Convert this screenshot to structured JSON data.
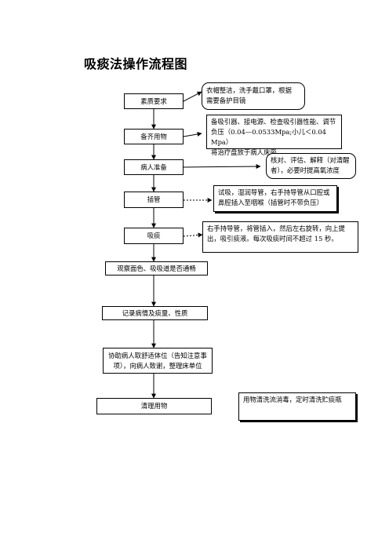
{
  "title": "吸痰法操作流程图",
  "steps": [
    "素质要求",
    "备齐用物",
    "病人准备",
    "插管",
    "吸痰",
    "观察面色、吸吸道是否通畅",
    "记录病情及痰量、性质",
    [
      "协助病人取舒适体位（告知注意事",
      "项），向病人致谢，整理床单位"
    ],
    "清理用物"
  ],
  "notes": [
    [
      "衣帽整洁，洗手戴口罩，根据",
      "需要备护目镜"
    ],
    [
      "备吸引器、接电源、检查吸引器性能、调节",
      "负压（0.04—0.0533Mpa;小儿＜0.04 Mpa）",
      "将治疗盘放于病人床旁"
    ],
    [
      "核对、评估、解释（对清醒",
      "者），必要时提高氧浓度"
    ],
    [
      "试吸，湿润导管，右手持导管从口腔或",
      "鼻腔插入至咽喉（插管时不带负压）"
    ],
    [
      "右手持导管，将管插入，然后左右旋转，向上提",
      "出，吸引痰液。每次吸痰时间不超过 15 秒。"
    ],
    [
      "用物清洗流消毒，定时清洗贮痰瓶"
    ]
  ]
}
